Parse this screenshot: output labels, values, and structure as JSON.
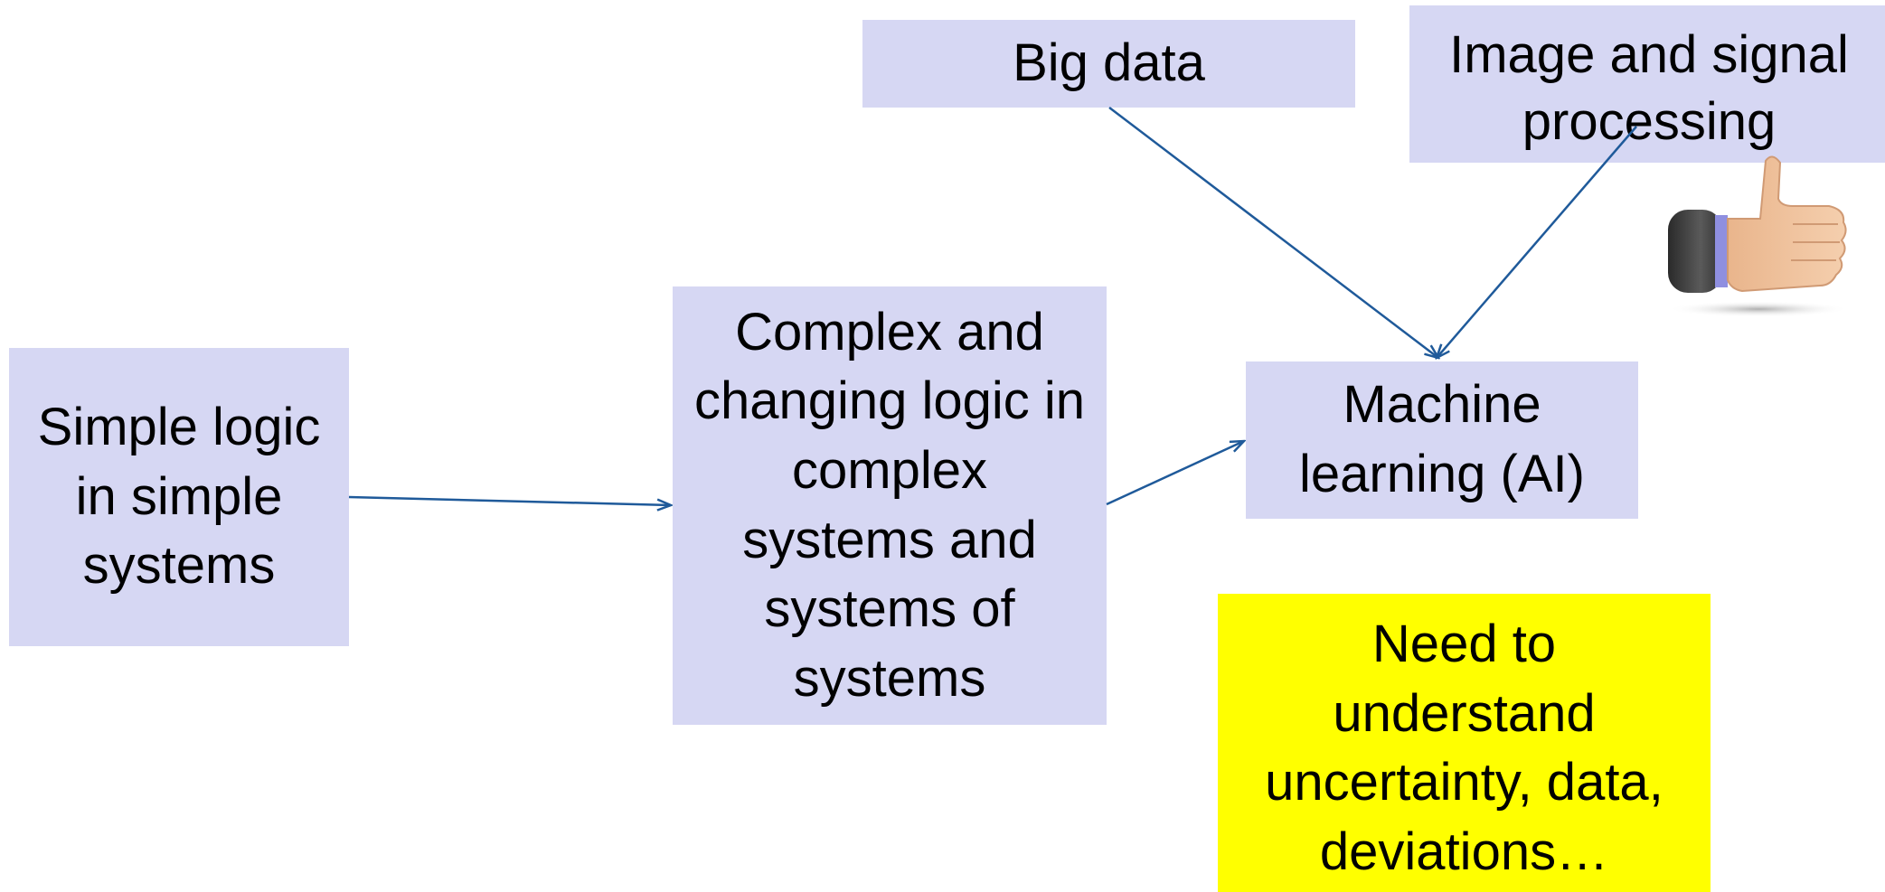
{
  "diagram": {
    "nodes": {
      "simple_logic": {
        "text": "Simple logic in simple systems",
        "fill": "#d6d7f3"
      },
      "complex_logic": {
        "text": "Complex and changing logic in complex systems and systems of systems",
        "fill": "#d6d7f3"
      },
      "big_data": {
        "text": "Big data",
        "fill": "#d6d7f3"
      },
      "image_signal": {
        "text": "Image and signal processing",
        "fill": "#d6d7f3"
      },
      "machine_learning": {
        "text": "Machine learning (AI)",
        "fill": "#d6d7f3"
      },
      "need_understand": {
        "text": "Need to understand uncertainty, data, deviations…",
        "fill": "#ffff00"
      }
    },
    "edges": [
      {
        "from": "simple_logic",
        "to": "complex_logic"
      },
      {
        "from": "complex_logic",
        "to": "machine_learning"
      },
      {
        "from": "big_data",
        "to": "machine_learning"
      },
      {
        "from": "image_signal",
        "to": "machine_learning"
      }
    ],
    "arrow_color": "#1f5a9a",
    "decoration_icon": "thumbs-up-icon"
  }
}
